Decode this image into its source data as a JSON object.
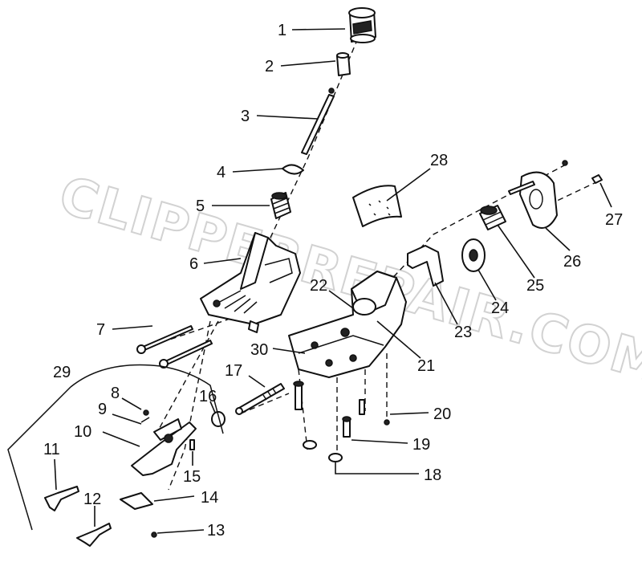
{
  "diagram": {
    "watermark": "CLIPPERREPAIR.COM",
    "callouts": [
      {
        "id": "c1",
        "label": "1"
      },
      {
        "id": "c2",
        "label": "2"
      },
      {
        "id": "c3",
        "label": "3"
      },
      {
        "id": "c4",
        "label": "4"
      },
      {
        "id": "c5",
        "label": "5"
      },
      {
        "id": "c6",
        "label": "6"
      },
      {
        "id": "c7",
        "label": "7"
      },
      {
        "id": "c8",
        "label": "8"
      },
      {
        "id": "c9",
        "label": "9"
      },
      {
        "id": "c10",
        "label": "10"
      },
      {
        "id": "c11",
        "label": "11"
      },
      {
        "id": "c12",
        "label": "12"
      },
      {
        "id": "c13",
        "label": "13"
      },
      {
        "id": "c14",
        "label": "14"
      },
      {
        "id": "c15",
        "label": "15"
      },
      {
        "id": "c16",
        "label": "16"
      },
      {
        "id": "c17",
        "label": "17"
      },
      {
        "id": "c18",
        "label": "18"
      },
      {
        "id": "c19",
        "label": "19"
      },
      {
        "id": "c20",
        "label": "20"
      },
      {
        "id": "c21",
        "label": "21"
      },
      {
        "id": "c22",
        "label": "22"
      },
      {
        "id": "c23",
        "label": "23"
      },
      {
        "id": "c24",
        "label": "24"
      },
      {
        "id": "c25",
        "label": "25"
      },
      {
        "id": "c26",
        "label": "26"
      },
      {
        "id": "c27",
        "label": "27"
      },
      {
        "id": "c28",
        "label": "28"
      },
      {
        "id": "c29",
        "label": "29"
      },
      {
        "id": "c30",
        "label": "30"
      }
    ]
  }
}
